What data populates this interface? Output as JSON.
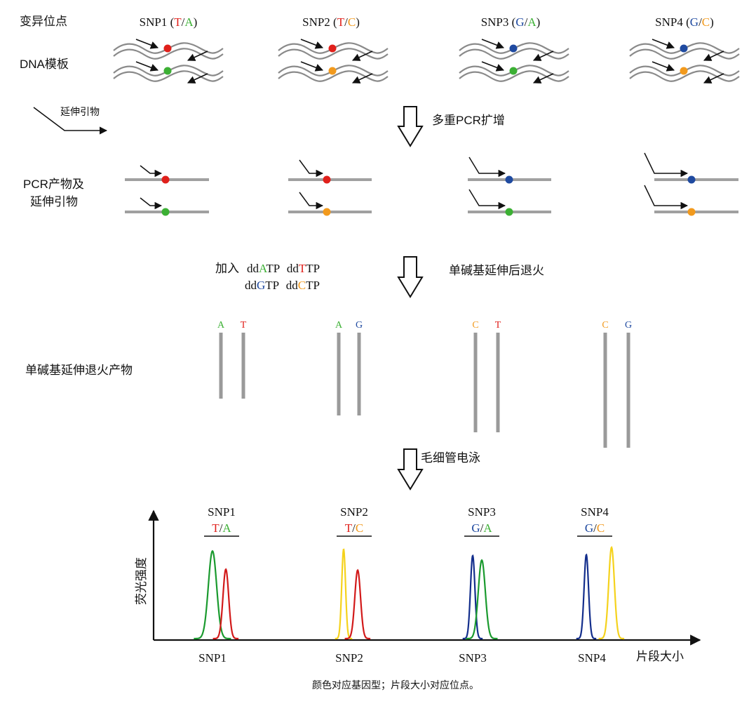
{
  "labels": {
    "variant_sites": "变异位点",
    "dna_template": "DNA模板",
    "extension_primer": "延伸引物",
    "pcr_products_line1": "PCR产物及",
    "pcr_products_line2": "延伸引物",
    "sbe_products": "单碱基延伸退火产物",
    "step_multiplex_pcr": "多重PCR扩增",
    "step_sbe": "单碱基延伸后退火",
    "step_ce": "毛细管电泳",
    "add_prefix": "加入",
    "y_axis": "荧光强度",
    "x_axis": "片段大小",
    "footnote": "颜色对应基因型；片段大小对应位点。"
  },
  "ddntp": {
    "line1": [
      {
        "pre": "dd",
        "base": "A",
        "post": "TP"
      },
      {
        "pre": "dd",
        "base": "T",
        "post": "TP"
      }
    ],
    "line2": [
      {
        "pre": "dd",
        "base": "G",
        "post": "TP"
      },
      {
        "pre": "dd",
        "base": "C",
        "post": "TP"
      }
    ]
  },
  "base_colors": {
    "A": "#3cb034",
    "T": "#e0201b",
    "C": "#f29a1d",
    "G": "#1f4aa0"
  },
  "peak_colors": {
    "A": "#1a9a2e",
    "T": "#d21a1a",
    "C": "#f5d21c",
    "G": "#132e8c"
  },
  "snps": [
    {
      "name": "SNP1",
      "allele1": "T",
      "allele2": "A",
      "upper_dot": "T",
      "lower_dot": "A",
      "bar_left": "A",
      "bar_right": "T",
      "peak_first": "A",
      "peak_second": "T"
    },
    {
      "name": "SNP2",
      "allele1": "T",
      "allele2": "C",
      "upper_dot": "T",
      "lower_dot": "C",
      "bar_left": "A",
      "bar_right": "G",
      "peak_first": "C",
      "peak_second": "T"
    },
    {
      "name": "SNP3",
      "allele1": "G",
      "allele2": "A",
      "upper_dot": "G",
      "lower_dot": "A",
      "bar_left": "C",
      "bar_right": "T",
      "peak_first": "G",
      "peak_second": "A"
    },
    {
      "name": "SNP4",
      "allele1": "G",
      "allele2": "C",
      "upper_dot": "G",
      "lower_dot": "C",
      "bar_left": "C",
      "bar_right": "G",
      "peak_first": "G",
      "peak_second": "C"
    }
  ],
  "electropherogram": {
    "peak_heights": [
      [
        0.96,
        0.76
      ],
      [
        0.98,
        0.75
      ],
      [
        0.91,
        0.86
      ],
      [
        0.92,
        1.0
      ]
    ]
  }
}
